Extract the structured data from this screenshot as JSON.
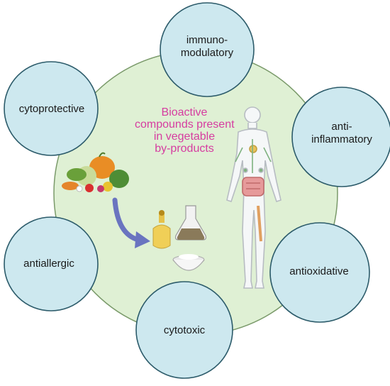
{
  "center": {
    "title_lines": [
      "Bioactive",
      "compounds present",
      "in vegetable",
      "by-products"
    ],
    "title_color": "#d63ca0",
    "fill_color": "#dff0d4",
    "stroke_color": "#7a9a6a"
  },
  "node_style": {
    "fill": "#cde8ef",
    "stroke": "#2c5b6a"
  },
  "nodes": [
    {
      "id": "immunomodulatory",
      "lines": [
        "immuno-",
        "modulatory"
      ]
    },
    {
      "id": "cytoprotective",
      "lines": [
        "cytoprotective"
      ]
    },
    {
      "id": "anti-inflammatory",
      "lines": [
        "anti-",
        "inflammatory"
      ]
    },
    {
      "id": "antiallergic",
      "lines": [
        "antiallergic"
      ]
    },
    {
      "id": "antioxidative",
      "lines": [
        "antioxidative"
      ]
    },
    {
      "id": "cytotoxic",
      "lines": [
        "cytotoxic"
      ]
    }
  ],
  "icons": [
    "vegetables-icon",
    "arrow-icon",
    "oil-bottle-icon",
    "flask-icon",
    "powder-bowl-icon",
    "human-body-icon"
  ]
}
